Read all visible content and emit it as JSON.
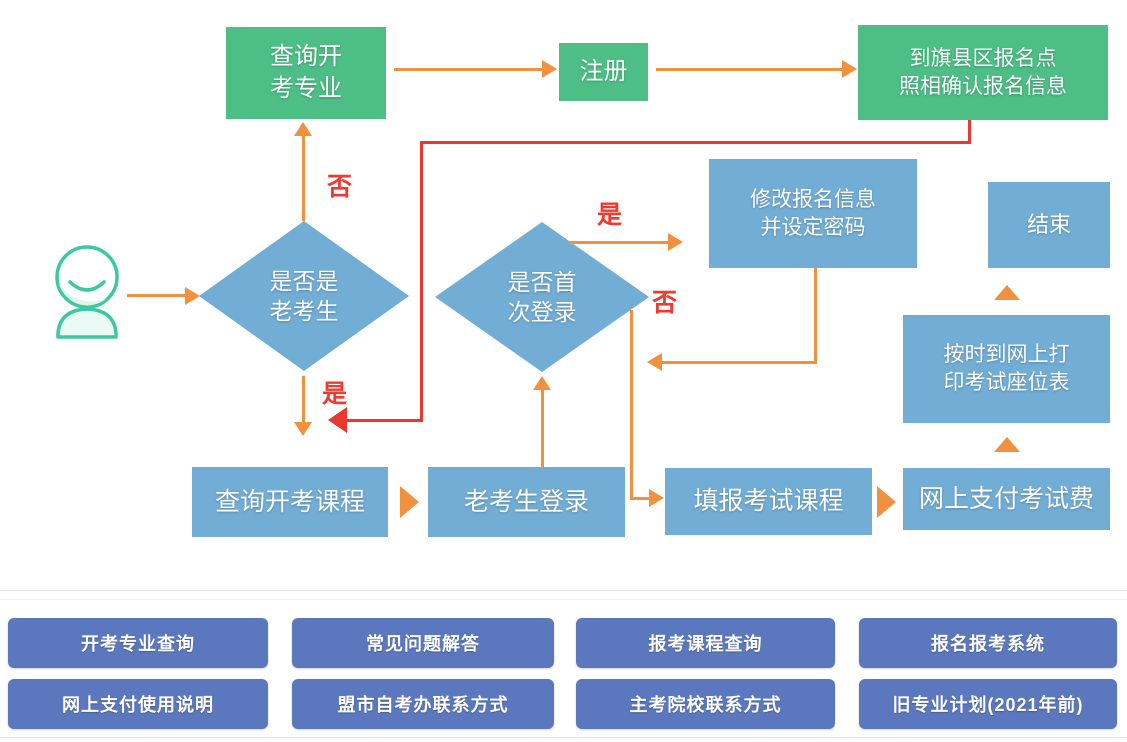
{
  "flowchart": {
    "nodes": {
      "query_majors": {
        "line1": "查询开",
        "line2": "考专业"
      },
      "register": {
        "label": "注册"
      },
      "confirm_site": {
        "line1": "到旗县区报名点",
        "line2": "照相确认报名信息"
      },
      "is_old_examinee": {
        "line1": "是否是",
        "line2": "老考生"
      },
      "is_first_login": {
        "line1": "是否首",
        "line2": "次登录"
      },
      "modify_info": {
        "line1": "修改报名信息",
        "line2": "并设定密码"
      },
      "query_courses": {
        "label": "查询开考课程"
      },
      "old_examinee_login": {
        "label": "老考生登录"
      },
      "fill_courses": {
        "label": "填报考试课程"
      },
      "pay_fee": {
        "label": "网上支付考试费"
      },
      "print_seat": {
        "line1": "按时到网上打",
        "line2": "印考试座位表"
      },
      "end": {
        "label": "结束"
      }
    },
    "branch_labels": {
      "old_examinee_no": "否",
      "old_examinee_yes": "是",
      "first_login_yes": "是",
      "first_login_no": "否"
    }
  },
  "quick_links": {
    "row1": [
      "开考专业查询",
      "常见问题解答",
      "报考课程查询",
      "报名报考系统"
    ],
    "row2": [
      "网上支付使用说明",
      "盟市自考办联系方式",
      "主考院校联系方式",
      "旧专业计划(2021年前)"
    ]
  },
  "colors": {
    "process_green": "#4CBE86",
    "process_blue": "#72ADD5",
    "arrow_orange": "#F0913F",
    "feedback_red": "#E8382F",
    "branch_label_red": "#EE3B30",
    "link_button_blue": "#5B78BE"
  }
}
